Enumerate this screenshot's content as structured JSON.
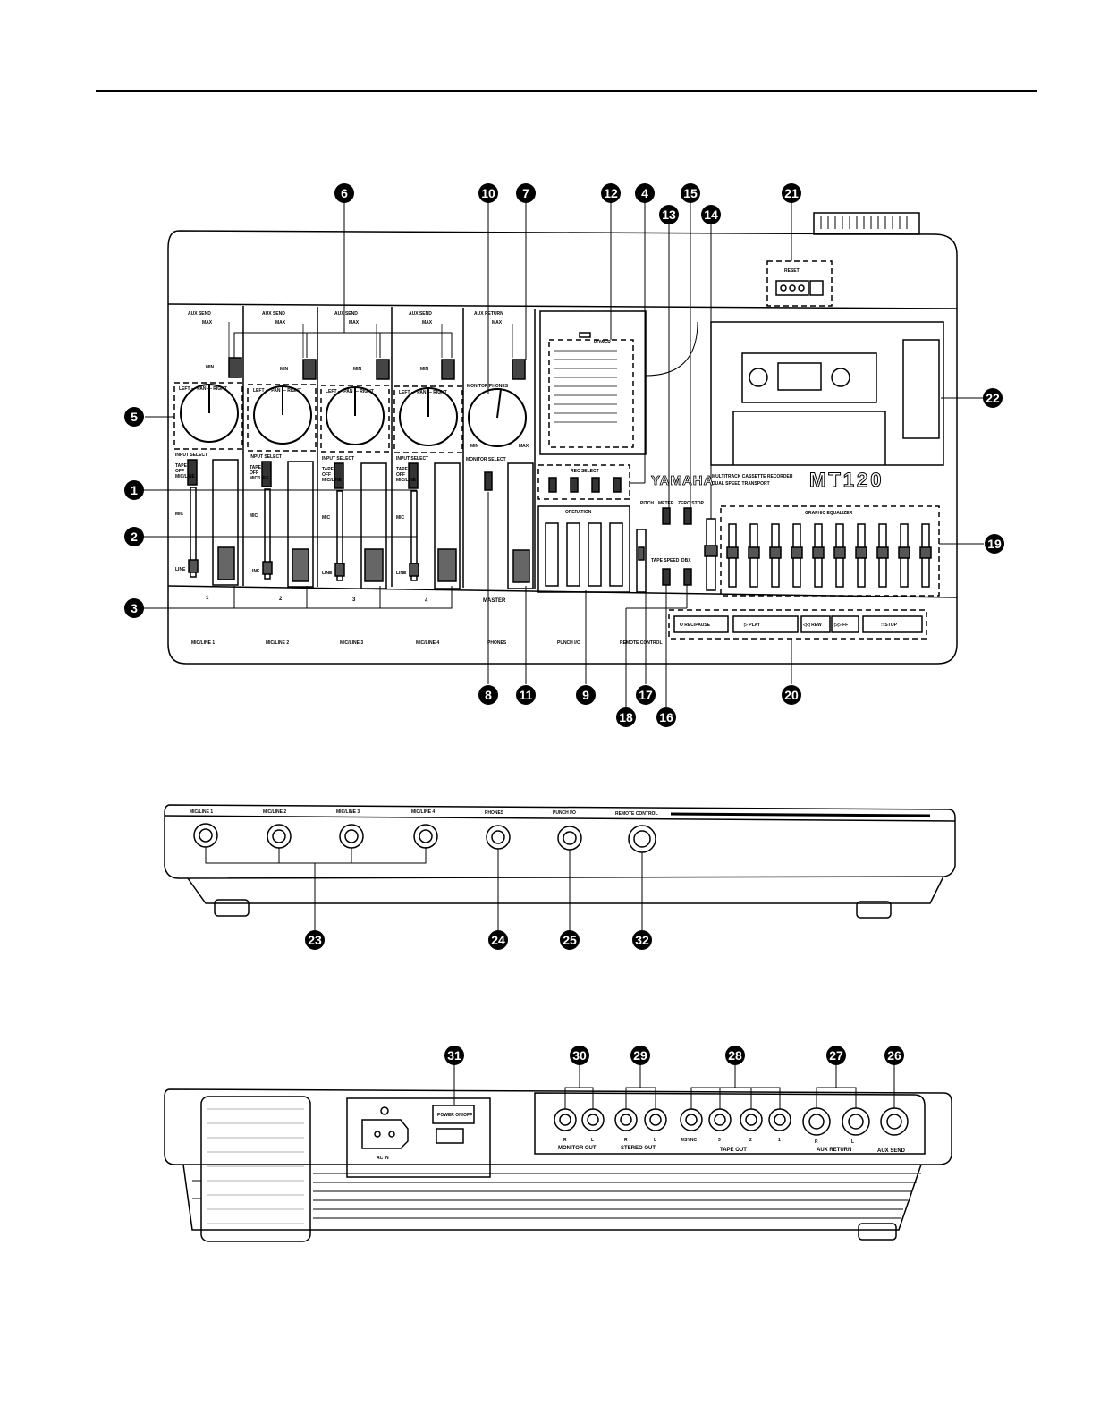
{
  "top_view": {
    "channel_headers": {
      "aux_send": "AUX SEND",
      "max": "MAX",
      "min": "MIN",
      "pan": "LEFT — PAN — RIGHT",
      "input_select": "INPUT SELECT",
      "tape": "TAPE",
      "off": "OFF",
      "mic_line": "MIC/LINE",
      "mic": "MIC",
      "line": "LINE"
    },
    "channel_numbers": [
      "1",
      "2",
      "3",
      "4"
    ],
    "input_labels": [
      "MIC/LINE 1",
      "MIC/LINE 2",
      "MIC/LINE 3",
      "MIC/LINE 4",
      "PHONES",
      "PUNCH I/O",
      "REMOTE CONTROL"
    ],
    "aux_return": "AUX RETURN",
    "monitor_phones": "MONITOR/PHONES",
    "monitor_select": "MONITOR SELECT",
    "master": "MASTER",
    "power": "POWER",
    "rec_select": "REC SELECT",
    "operation": "OPERATION",
    "pitch": "PITCH",
    "meter": "METER",
    "zero_stop": "ZERO STOP",
    "tape_speed": "TAPE SPEED",
    "dbx": "DBX",
    "reset": "RESET",
    "brand": "YAMAHA",
    "model_line1": "MULTITRACK CASSETTE RECORDER",
    "model_line2": "DUAL SPEED TRANSPORT",
    "model": "MT120",
    "graphic_eq": "GRAPHIC EQUALIZER",
    "transport_buttons": [
      "O REC/PAUSE",
      "▷ PLAY",
      "◁◁ REW",
      "▷▷ FF",
      "□ STOP"
    ]
  },
  "front_view": {
    "jack_labels": [
      "MIC/LINE 1",
      "MIC/LINE 2",
      "MIC/LINE 3",
      "MIC/LINE 4",
      "PHONES",
      "PUNCH I/O",
      "REMOTE CONTROL"
    ]
  },
  "rear_view": {
    "ac_in": "AC IN",
    "power_switch": "POWER ON/OFF",
    "monitor_out": "MONITOR OUT",
    "stereo_out": "STEREO OUT",
    "tape_out": "TAPE OUT",
    "aux_return": "AUX RETURN",
    "aux_send": "AUX SEND",
    "ch_r": "R",
    "ch_l": "L",
    "tape_ch": [
      "4/SYNC",
      "3",
      "2",
      "1"
    ]
  },
  "callouts": {
    "n1": "1",
    "n2": "2",
    "n3": "3",
    "n4": "4",
    "n5": "5",
    "n6": "6",
    "n7": "7",
    "n8": "8",
    "n9": "9",
    "n10": "10",
    "n11": "11",
    "n12": "12",
    "n13": "13",
    "n14": "14",
    "n15": "15",
    "n16": "16",
    "n17": "17",
    "n18": "18",
    "n19": "19",
    "n20": "20",
    "n21": "21",
    "n22": "22",
    "n23": "23",
    "n24": "24",
    "n25": "25",
    "n26": "26",
    "n27": "27",
    "n28": "28",
    "n29": "29",
    "n30": "30",
    "n31": "31",
    "n32": "32"
  }
}
